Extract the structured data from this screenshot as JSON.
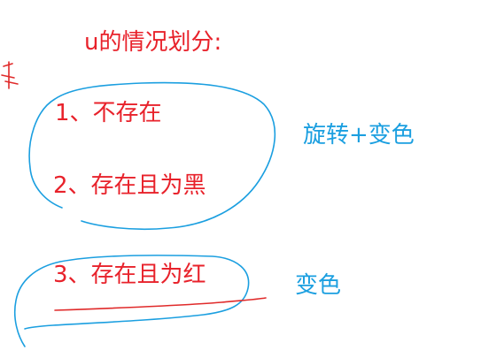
{
  "note": {
    "title": "u的情况划分:",
    "cases": [
      {
        "label": "1、不存在"
      },
      {
        "label": "2、存在且为黑"
      },
      {
        "label": "3、存在且为红"
      }
    ],
    "actions": [
      {
        "label": "旋转+变色"
      },
      {
        "label": "变色"
      }
    ]
  },
  "colors": {
    "text_red": "#e8222b",
    "ink_blue": "#1b9fe0",
    "ink_red": "#e02a2a",
    "background": "#ffffff"
  }
}
